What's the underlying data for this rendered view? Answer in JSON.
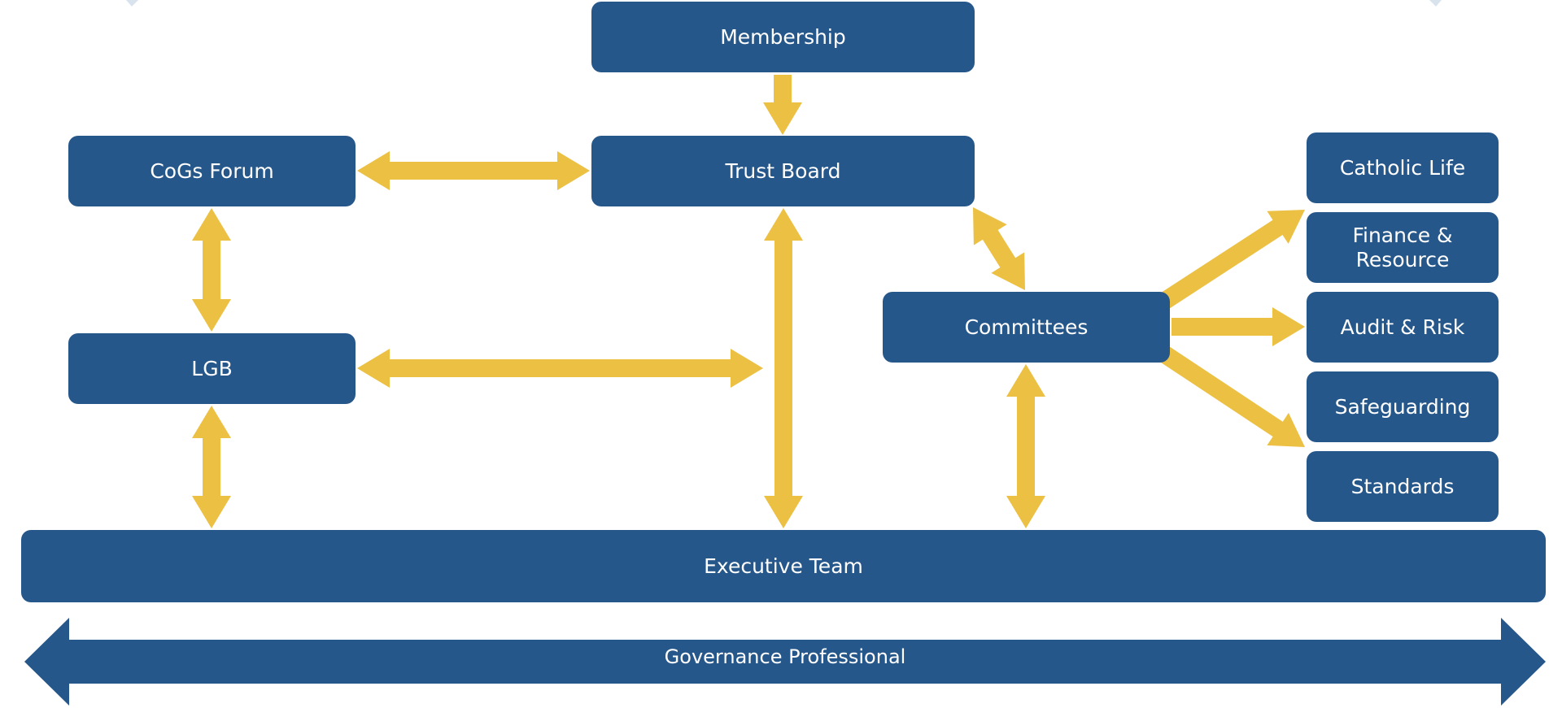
{
  "colors": {
    "box_fill": "#26578a",
    "box_text": "#ffffff",
    "arrow": "#ebc043",
    "background": "#ffffff",
    "corner_accent": "#d9e3ee"
  },
  "nodes": {
    "membership": "Membership",
    "trust_board": "Trust Board",
    "cogs_forum": "CoGs Forum",
    "lgb": "LGB",
    "committees": "Committees",
    "catholic_life": "Catholic Life",
    "finance_resource": "Finance & Resource",
    "audit_risk": "Audit & Risk",
    "safeguarding": "Safeguarding",
    "standards": "Standards",
    "executive_team": "Executive Team",
    "governance_professional": "Governance Professional"
  },
  "connections": [
    {
      "from": "membership",
      "to": "trust_board",
      "direction": "one-way"
    },
    {
      "from": "cogs_forum",
      "to": "trust_board",
      "direction": "two-way"
    },
    {
      "from": "cogs_forum",
      "to": "lgb",
      "direction": "two-way"
    },
    {
      "from": "lgb",
      "to": "trust_board",
      "direction": "two-way"
    },
    {
      "from": "lgb",
      "to": "executive_team",
      "direction": "two-way"
    },
    {
      "from": "trust_board",
      "to": "executive_team",
      "direction": "two-way"
    },
    {
      "from": "trust_board",
      "to": "committees",
      "direction": "two-way"
    },
    {
      "from": "committees",
      "to": "executive_team",
      "direction": "two-way"
    },
    {
      "from": "committees",
      "to": "catholic_life",
      "direction": "one-way"
    },
    {
      "from": "committees",
      "to": "audit_risk",
      "direction": "one-way"
    },
    {
      "from": "committees",
      "to": "safeguarding",
      "direction": "one-way"
    }
  ]
}
